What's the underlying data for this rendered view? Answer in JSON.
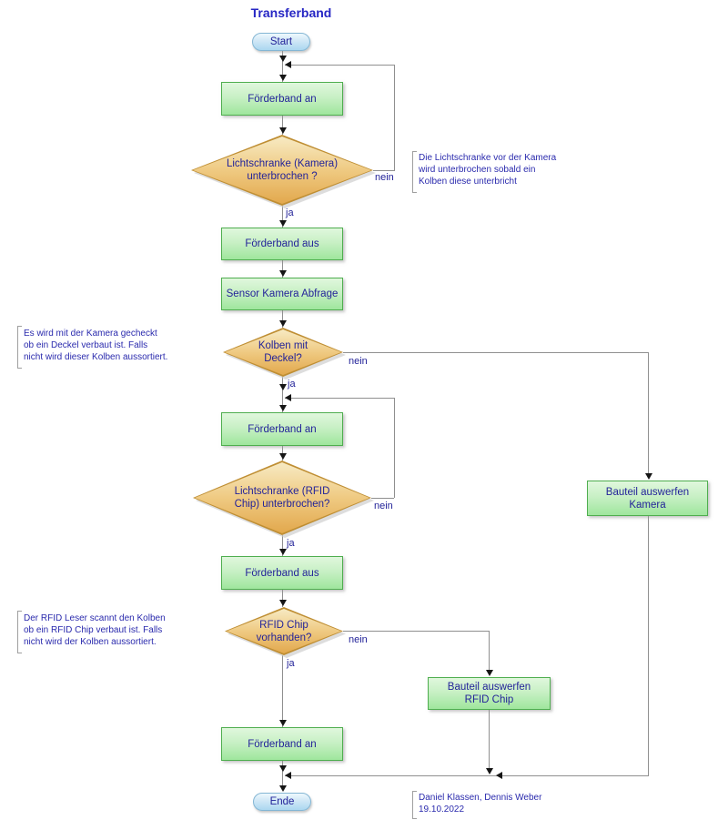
{
  "title": "Transferband",
  "colors": {
    "title_text": "#2626c4",
    "node_text": "#232399",
    "process_fill_top": "#e0f7dd",
    "process_fill_bottom": "#9fe69d",
    "process_border": "#4fae4f",
    "decision_fill_top": "#f7eac3",
    "decision_fill_bottom": "#e2a84d",
    "decision_border": "#bf8e33",
    "terminal_fill_top": "#eef8fd",
    "terminal_fill_bottom": "#abd7f0",
    "terminal_border": "#84b6d4",
    "connector": "#8f8f8f",
    "arrowhead": "#151515",
    "annotation_text": "#2a2aad"
  },
  "nodes": {
    "start": {
      "label": "Start"
    },
    "fb_an_1": {
      "label": "Förderband an"
    },
    "d_kamera": {
      "line1": "Lichtschranke (Kamera)",
      "line2": "unterbrochen ?"
    },
    "fb_aus_1": {
      "label": "Förderband aus"
    },
    "sensor": {
      "label": "Sensor Kamera Abfrage"
    },
    "d_deckel": {
      "line1": "Kolben mit",
      "line2": "Deckel?"
    },
    "fb_an_2": {
      "label": "Förderband an"
    },
    "d_rfid_ls": {
      "line1": "Lichtschranke (RFID",
      "line2": "Chip) unterbrochen?"
    },
    "fb_aus_2": {
      "label": "Förderband aus"
    },
    "d_rfid_chip": {
      "line1": "RFID Chip",
      "line2": "vorhanden?"
    },
    "eject_kamera": {
      "line1": "Bauteil auswerfen",
      "line2": "Kamera"
    },
    "eject_rfid": {
      "line1": "Bauteil auswerfen",
      "line2": "RFID Chip"
    },
    "fb_an_3": {
      "label": "Förderband an"
    },
    "ende": {
      "label": "Ende"
    }
  },
  "labels": {
    "ja": "ja",
    "nein": "nein"
  },
  "annotations": {
    "kamera_note": {
      "line1": "Die Lichtschranke vor der Kamera",
      "line2": "wird unterbrochen sobald ein",
      "line3": "Kolben diese unterbricht"
    },
    "deckel_note": {
      "line1": "Es wird mit der Kamera gecheckt",
      "line2": "ob ein Deckel verbaut ist. Falls",
      "line3": "nicht wird dieser Kolben aussortiert."
    },
    "rfid_note": {
      "line1": "Der RFID Leser scannt den Kolben",
      "line2": "ob ein RFID Chip verbaut ist. Falls",
      "line3": "nicht wird der Kolben aussortiert."
    },
    "credits": {
      "line1": "Daniel Klassen, Dennis Weber",
      "line2": "19.10.2022"
    }
  }
}
